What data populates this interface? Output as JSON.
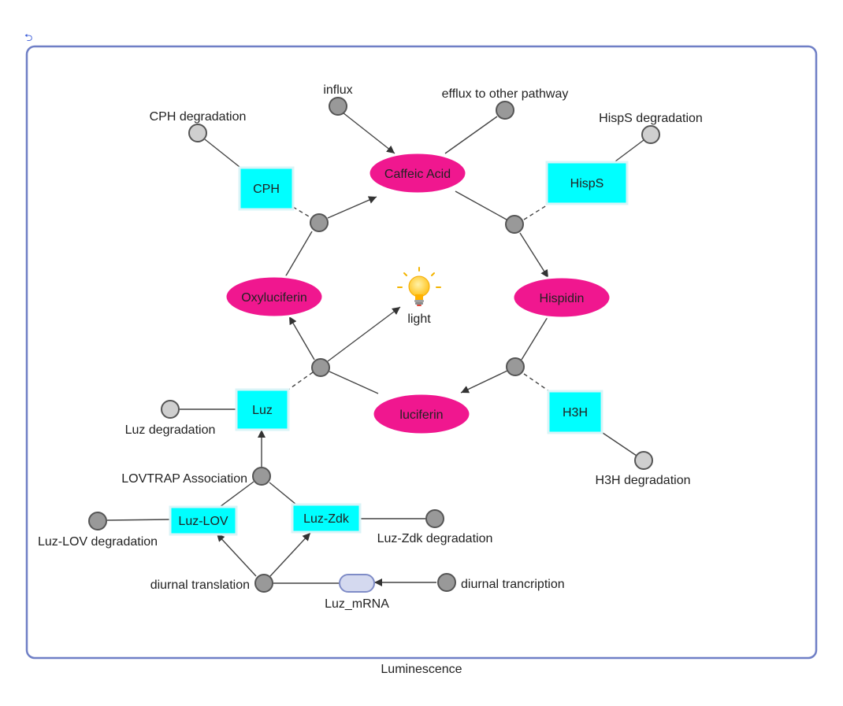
{
  "toolbar": {
    "icon": "swap-icon"
  },
  "compartment": {
    "label": "Luminescence",
    "border_color": "#6f7fc6"
  },
  "colors": {
    "metabolite": "#f0178f",
    "enzyme": "#00ffff",
    "mrna_fill": "#d4d9ef",
    "mrna_border": "#7f8cc7",
    "process": "#999999",
    "source_sink": "#cfcfcf",
    "bulb": "#ffc830"
  },
  "metabolites": {
    "caffeic_acid": "Caffeic Acid",
    "hispidin": "Hispidin",
    "luciferin": "luciferin",
    "oxyluciferin": "Oxyluciferin"
  },
  "enzymes": {
    "cph": "CPH",
    "hisps": "HispS",
    "h3h": "H3H",
    "luz": "Luz",
    "luz_lov": "Luz-LOV",
    "luz_zdk": "Luz-Zdk"
  },
  "mrna": {
    "label": "Luz_mRNA"
  },
  "light": {
    "label": "light",
    "icon": "light-bulb-icon"
  },
  "labels": {
    "influx": "influx",
    "efflux": "efflux to other pathway",
    "cph_degradation": "CPH degradation",
    "hisps_degradation": "HispS degradation",
    "h3h_degradation": "H3H degradation",
    "luz_degradation": "Luz degradation",
    "lovtrap_association": "LOVTRAP Association",
    "luz_lov_degradation": "Luz-LOV degradation",
    "luz_zdk_degradation": "Luz-Zdk degradation",
    "diurnal_translation": "diurnal translation",
    "diurnal_transcription": "diurnal trancription"
  }
}
